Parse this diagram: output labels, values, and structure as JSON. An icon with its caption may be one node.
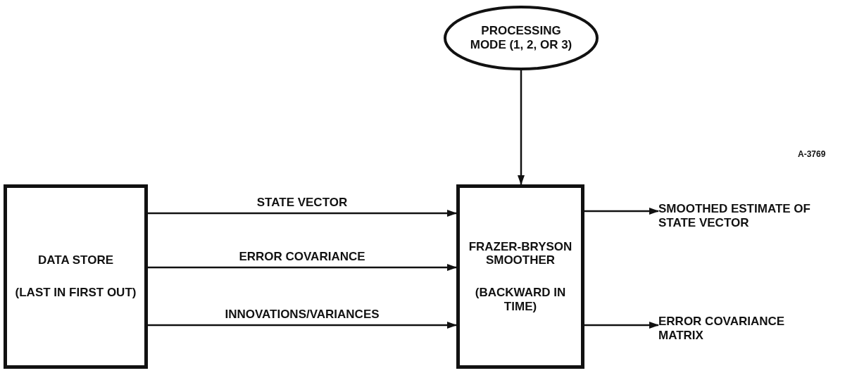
{
  "diagram": {
    "nodes": [
      {
        "text": [
          "DATA STORE",
          "(LAST IN FIRST OUT)"
        ]
      },
      {
        "text": [
          "PROCESSING MODE (1, 2, OR 3)"
        ]
      },
      {
        "text": [
          "FRAZER-BRYSON SMOOTHER",
          "(BACKWARD IN TIME)"
        ]
      },
      {
        "text": [
          "SMOOTHED ESTIMATE OF STATE VECTOR"
        ]
      },
      {
        "text": [
          "ERROR COVARIANCE MATRIX"
        ]
      }
    ],
    "edges": [
      {
        "from": 0,
        "to": 2,
        "arrow": "to",
        "label": "STATE VECTOR"
      },
      {
        "from": 0,
        "to": 2,
        "arrow": "to",
        "label": "ERROR COVARIANCE"
      },
      {
        "from": 0,
        "to": 2,
        "arrow": "to",
        "label": "INNOVATIONS/VARIANCES"
      },
      {
        "from": 1,
        "to": 2,
        "arrow": "to"
      },
      {
        "from": 2,
        "to": 3,
        "arrow": "to"
      },
      {
        "from": 2,
        "to": 4,
        "arrow": "to"
      }
    ],
    "labels": [
      "A-3769"
    ]
  }
}
